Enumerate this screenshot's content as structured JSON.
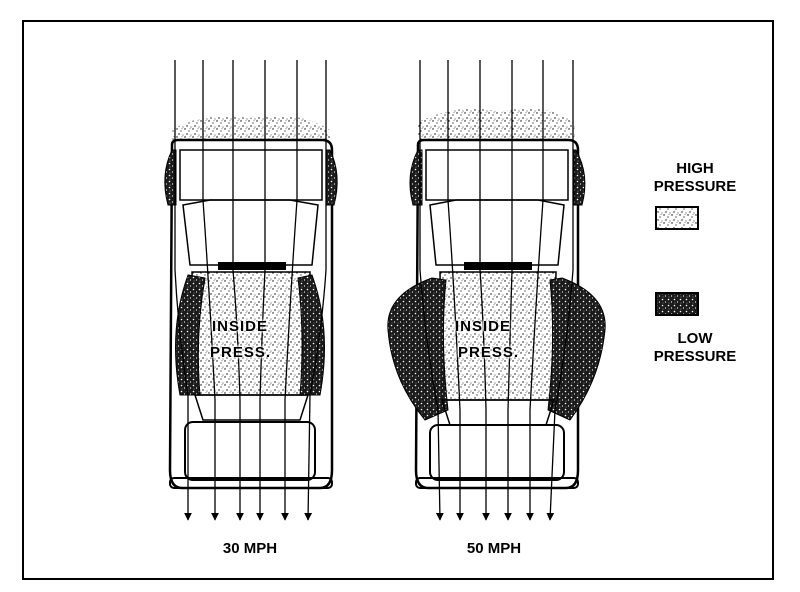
{
  "legend": {
    "high_pressure": {
      "label_line1": "HIGH",
      "label_line2": "PRESSURE"
    },
    "low_pressure": {
      "label_line1": "LOW",
      "label_line2": "PRESSURE"
    }
  },
  "cars": [
    {
      "speed_label": "30 MPH",
      "inside_line1": "INSIDE",
      "inside_line2": "PRESS."
    },
    {
      "speed_label": "50 MPH",
      "inside_line1": "INSIDE",
      "inside_line2": "PRESS."
    }
  ]
}
